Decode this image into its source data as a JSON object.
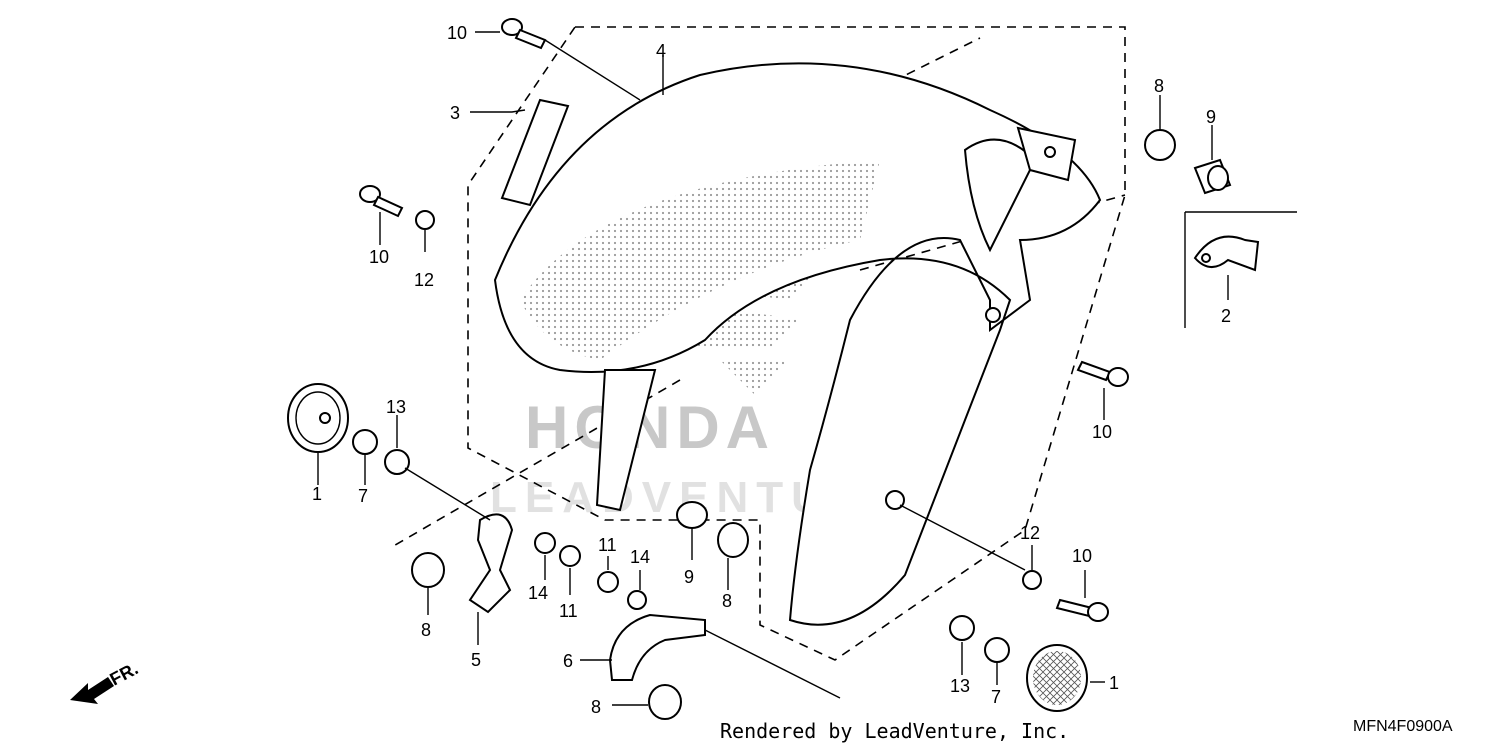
{
  "diagram": {
    "code": "MFN4F0900A",
    "credit": "Rendered by LeadVenture, Inc.",
    "direction_label": "FR.",
    "watermark_brand": "HONDA",
    "watermark_dealer": "LEADVENTURE"
  },
  "callouts": {
    "c10_top": "10",
    "c4": "4",
    "c3": "3",
    "c10_left": "10",
    "c12_left": "12",
    "c8_top": "8",
    "c9_top": "9",
    "c2": "2",
    "c10_right": "10",
    "c13_left": "13",
    "c1_left": "1",
    "c7_left": "7",
    "c11_a": "11",
    "c14_a": "14",
    "c11_b": "11",
    "c14_b": "14",
    "c9_mid": "9",
    "c8_mid": "8",
    "c8_left": "8",
    "c5": "5",
    "c6": "6",
    "c8_bottom": "8",
    "c12_right": "12",
    "c10_lowright": "10",
    "c13_right": "13",
    "c7_right": "7",
    "c1_right": "1"
  }
}
